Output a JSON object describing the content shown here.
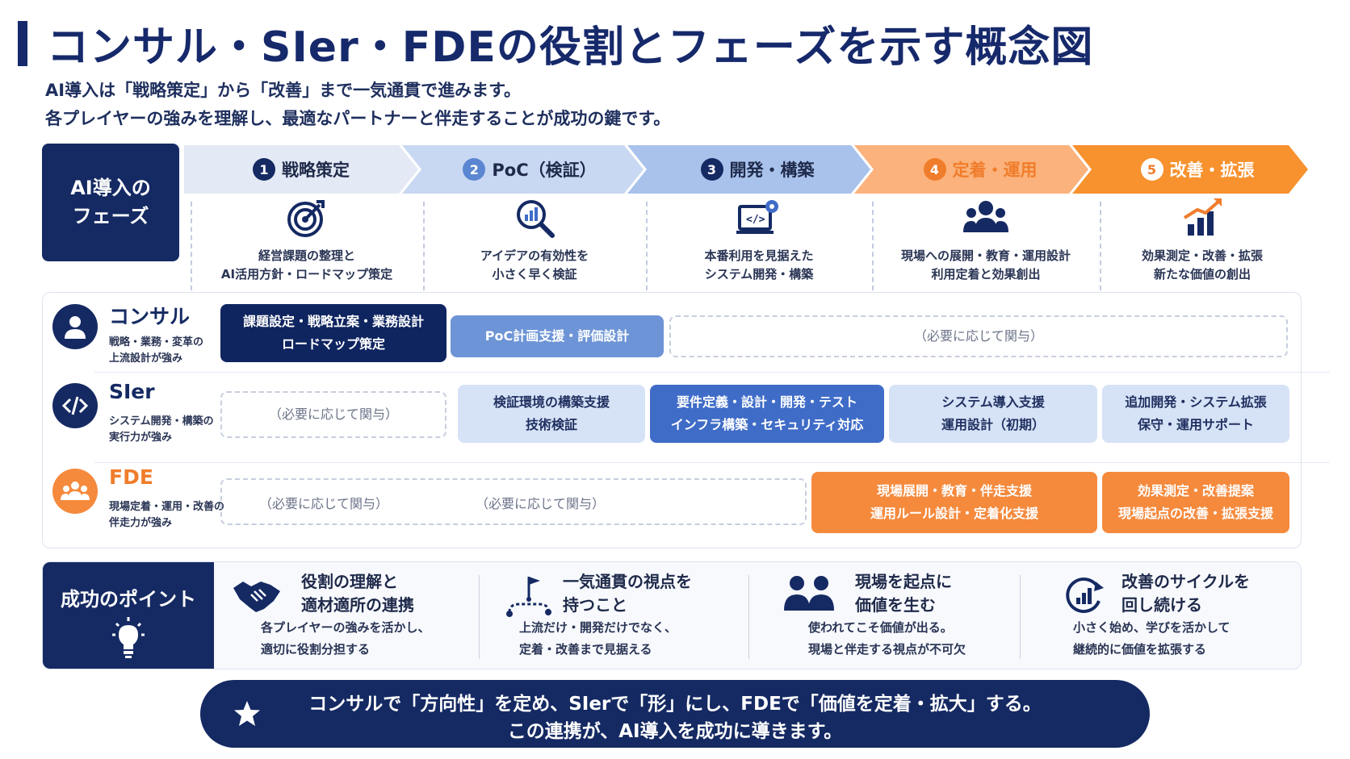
{
  "header": {
    "title": "コンサル・SIer・FDEの役割とフェーズを示す概念図",
    "subtitle_line1": "AI導入は「戦略策定」から「改善」まで一気通貫で進みます。",
    "subtitle_line2": "各プレイヤーの強みを理解し、最適なパートナーと伴走することが成功の鍵です。"
  },
  "phases": {
    "label_line1": "AI導入の",
    "label_line2": "フェーズ",
    "items": [
      {
        "num": "1",
        "name": "戦略策定",
        "icon": "target-icon",
        "desc1": "経営課題の整理と",
        "desc2": "AI活用方針・ロードマップ策定",
        "color": "#e3e9f5",
        "text_color": "#1f2a4a",
        "num_bg": "#152a63",
        "num_fg": "#ffffff"
      },
      {
        "num": "2",
        "name": "PoC（検証）",
        "icon": "magnify-chart-icon",
        "desc1": "アイデアの有効性を",
        "desc2": "小さく早く検証",
        "color": "#c9d8f2",
        "text_color": "#1f2a4a",
        "num_bg": "#5b86d2",
        "num_fg": "#ffffff"
      },
      {
        "num": "3",
        "name": "開発・構築",
        "icon": "code-gear-icon",
        "desc1": "本番利用を見据えた",
        "desc2": "システム開発・構築",
        "color": "#a9c2ec",
        "text_color": "#1f2a4a",
        "num_bg": "#152a63",
        "num_fg": "#ffffff"
      },
      {
        "num": "4",
        "name": "定着・運用",
        "icon": "team-icon",
        "desc1": "現場への展開・教育・運用設計",
        "desc2": "利用定着と効果創出",
        "color": "#fbb27c",
        "text_color": "#ffffff",
        "num_bg": "#ffffff",
        "num_fg": "#f07d2b"
      },
      {
        "num": "5",
        "name": "改善・拡張",
        "icon": "growth-chart-icon",
        "desc1": "効果測定・改善・拡張",
        "desc2": "新たな価値の創出",
        "color": "#f7922f",
        "text_color": "#ffffff",
        "num_bg": "#ffffff",
        "num_fg": "#f07d2b"
      }
    ]
  },
  "roles": {
    "consul": {
      "name": "コンサル",
      "desc1": "戦略・業務・変革の",
      "desc2": "上流設計が強み",
      "icon": "person-icon",
      "cell1_line1": "課題設定・戦略立案・業務設計",
      "cell1_line2": "ロードマップ策定",
      "cell2": "PoC計画支援・評価設計",
      "cell3": "（必要に応じて関与）"
    },
    "sier": {
      "name": "SIer",
      "desc1": "システム開発・構築の",
      "desc2": "実行力が強み",
      "icon": "code-icon",
      "cell1": "（必要に応じて関与）",
      "cell2_line1": "検証環境の構築支援",
      "cell2_line2": "技術検証",
      "cell3_line1": "要件定義・設計・開発・テスト",
      "cell3_line2": "インフラ構築・セキュリティ対応",
      "cell4_line1": "システム導入支援",
      "cell4_line2": "運用設計（初期）",
      "cell5_line1": "追加開発・システム拡張",
      "cell5_line2": "保守・運用サポート"
    },
    "fde": {
      "name": "FDE",
      "desc1": "現場定着・運用・改善の",
      "desc2": "伴走力が強み",
      "icon": "group-icon",
      "cell1a": "（必要に応じて関与）",
      "cell1b": "（必要に応じて関与）",
      "cell2_line1": "現場展開・教育・伴走支援",
      "cell2_line2": "運用ルール設計・定着化支援",
      "cell3_line1": "効果測定・改善提案",
      "cell3_line2": "現場起点の改善・拡張支援"
    }
  },
  "success": {
    "label": "成功のポイント",
    "icon": "lightbulb-icon",
    "points": [
      {
        "title1": "役割の理解と",
        "title2": "適材適所の連携",
        "desc1": "各プレイヤーの強みを活かし、",
        "desc2": "適切に役割分担する",
        "icon": "handshake-icon"
      },
      {
        "title1": "一気通貫の視点を",
        "title2": "持つこと",
        "desc1": "上流だけ・開発だけでなく、",
        "desc2": "定着・改善まで見据える",
        "icon": "flag-path-icon"
      },
      {
        "title1": "現場を起点に",
        "title2": "価値を生む",
        "desc1": "使われてこそ価値が出る。",
        "desc2": "現場と伴走する視点が不可欠",
        "icon": "people-icon"
      },
      {
        "title1": "改善のサイクルを",
        "title2": "回し続ける",
        "desc1": "小さく始め、学びを活かして",
        "desc2": "継続的に価値を拡張する",
        "icon": "cycle-chart-icon"
      }
    ]
  },
  "banner": {
    "line1": "コンサルで「方向性」を定め、SIerで「形」にし、FDEで「価値を定着・拡大」する。",
    "line2": "この連携が、AI導入を成功に導きます。",
    "icon": "star-icon"
  },
  "colors": {
    "navy": "#152a63",
    "orange": "#f58a3d",
    "blue": "#3f6cc7"
  }
}
